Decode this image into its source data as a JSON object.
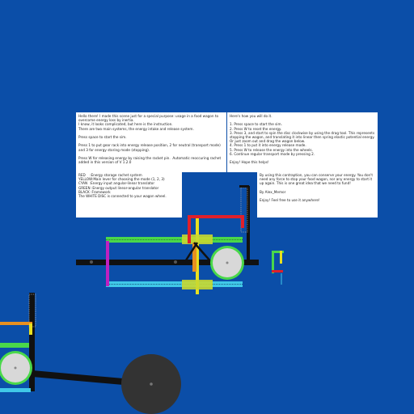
{
  "notes": {
    "main": "Hello there! I made this scene just for a special purpose: usage in a food wagon to overcome energy loss by inertia.\nI know, it looks complicated, but here is the instruction.\nThere are two main systems, the energy intake and release system.\n\nPress space to start the sim.\n\nPress 1 to put gear rack into energy release position, 2 for neutral (transport mode) and 3 for energy storing mode (stopping).\n\nPress W for releasing energy by raising the racket pin.  Automatic reoccuring rachet added in this version of V 1.2.0",
    "steps": "Here's how you will do it.\n\n1. Press space to start the sim.\n2. Press W to reset the energy.\n3. Press 3, and start to spin the disc clockwise by using the drag tool. This represents stopping the wagon, and translating it into linear then spring elastic potential energy. Or just zoom out and drag the wagon below.\n4. Press 1 to put it into energy release mode.\n5. Press W to release the energy into the wheels.\n6. Continue regular transport mode by pressing 2.\n\nEnjoy! Hope this helps!",
    "legend": "RED    :Energy storage rachet system\nYELLOW:Main lever for choosing the mode (1, 2, 3)\nCYAN  :Energy input angular-linear translator\nGREEN :Energy output linear-angular translator\nBLACK :Framework\nThe WHITE DISC is connected to your wagon wheel.",
    "author": "By using this contraption, you can conserve your energy. You don't need any force to stop your food wagon, nor any energy to start it up again. This is one great idea that we need to fund!\n\nBy Alex_Memor\n\nEnjoy! Feel free to use it anywhere!"
  },
  "colors": {
    "background": "#0b4ea8",
    "red": "#e0202a",
    "yellow": "#e8e020",
    "cyan": "#40c8e8",
    "green": "#4ad84a",
    "black": "#111111",
    "white_disc": "#d8d8d8",
    "magenta": "#c020c0",
    "orange": "#e89020"
  }
}
